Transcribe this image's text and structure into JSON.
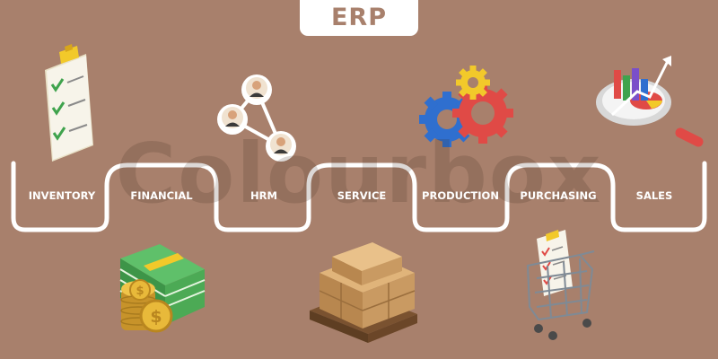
{
  "title": "ERP",
  "watermark": "Colourbox",
  "colors": {
    "background": "#a8806c",
    "path": "#ffffff",
    "gear_blue": "#2f6fcf",
    "gear_red": "#e04a46",
    "gear_yellow": "#f2c92a",
    "money_green": "#4caa55",
    "coin_gold": "#e8b93a",
    "box_brown": "#c99a62"
  },
  "steps": [
    {
      "label": "INVENTORY",
      "icon": "clipboard-checklist-icon"
    },
    {
      "label": "FINANCIAL",
      "icon": "money-and-coins-icon"
    },
    {
      "label": "HRM",
      "icon": "people-network-icon"
    },
    {
      "label": "SERVICE",
      "icon": "boxes-on-pallet-icon"
    },
    {
      "label": "PRODUCTION",
      "icon": "gears-icon"
    },
    {
      "label": "PURCHASING",
      "icon": "shopping-cart-checklist-icon"
    },
    {
      "label": "SALES",
      "icon": "chart-magnifier-icon"
    }
  ]
}
